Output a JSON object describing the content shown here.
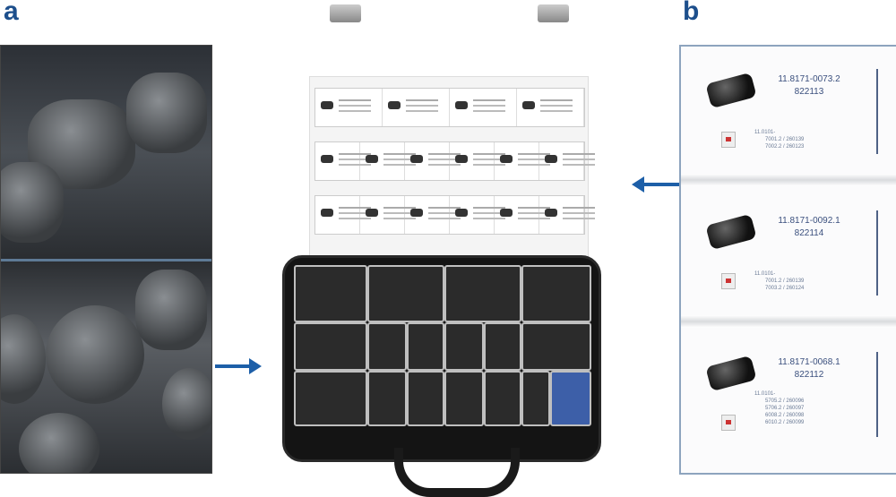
{
  "labels": {
    "a": "a",
    "b": "b"
  },
  "panel_b": {
    "cards": [
      {
        "code": "11.8171-0073.2",
        "id": "822113",
        "sub": [
          "11.0101-",
          "7001.2 / 260139",
          "7002.2 / 260123"
        ]
      },
      {
        "code": "11.8171-0092.1",
        "id": "822114",
        "sub": [
          "11.0101-",
          "7001.2 / 260139",
          "7003.2 / 260124"
        ]
      },
      {
        "code": "11.8171-0068.1",
        "id": "822112",
        "sub": [
          "11.0101-",
          "5705.2 / 260096",
          "5706.2 / 260097",
          "6008.2 / 260098",
          "6010.2 / 260099"
        ]
      }
    ]
  },
  "colors": {
    "accent": "#1d5fa8",
    "label": "#1d4f8c",
    "code": "#3a4f7d"
  }
}
